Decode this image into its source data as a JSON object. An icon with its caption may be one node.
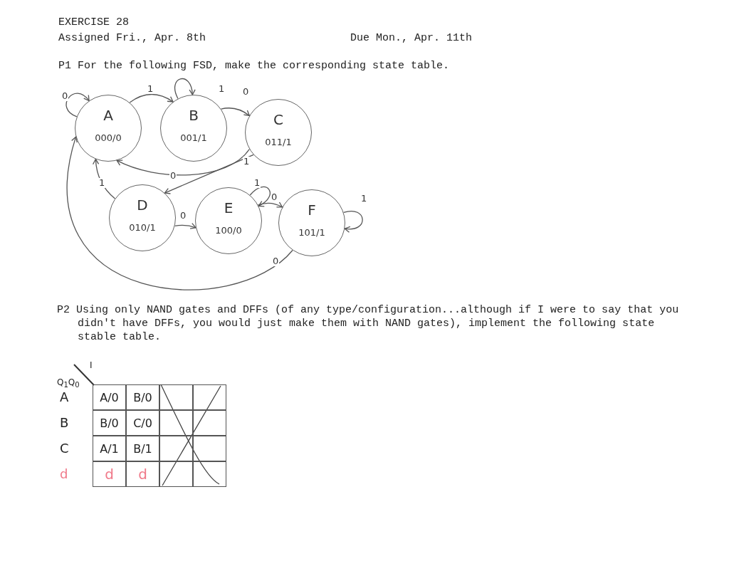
{
  "diagram": {
    "nodes": [
      {
        "text": [
          "A",
          "000/0"
        ]
      },
      {
        "text": [
          "B",
          "001/1"
        ]
      },
      {
        "text": [
          "C",
          "011/1"
        ]
      },
      {
        "text": [
          "D",
          "010/1"
        ]
      },
      {
        "text": [
          "E",
          "100/0"
        ]
      },
      {
        "text": [
          "F",
          "101/1"
        ]
      }
    ],
    "edges": [
      {
        "from": 0,
        "to": 0,
        "arrow": "to",
        "label": "0"
      },
      {
        "from": 0,
        "to": 1,
        "arrow": "to",
        "label": "1"
      },
      {
        "from": 1,
        "to": 1,
        "arrow": "to",
        "label": "1"
      },
      {
        "from": 1,
        "to": 2,
        "arrow": "to",
        "label": "0"
      },
      {
        "from": 2,
        "to": 0,
        "arrow": "to",
        "label": "0"
      },
      {
        "from": 2,
        "to": 3,
        "arrow": "to",
        "label": "1"
      },
      {
        "from": 3,
        "to": 0,
        "arrow": "to",
        "label": "1"
      },
      {
        "from": 3,
        "to": 4,
        "arrow": "to",
        "label": "0"
      },
      {
        "from": 4,
        "to": 4,
        "arrow": "to",
        "label": "1"
      },
      {
        "from": 4,
        "to": 5,
        "arrow": "to",
        "label": "0"
      },
      {
        "from": 5,
        "to": 5,
        "arrow": "to",
        "label": "1"
      },
      {
        "from": 5,
        "to": 0,
        "arrow": "to",
        "label": "0"
      }
    ],
    "labels": [
      "EXERCISE 28",
      "Assigned Fri., Apr. 8th",
      "Due Mon., Apr. 11th",
      "P1 For the following FSD, make the corresponding state table.",
      "P2 Using only NAND gates and DFFs (of any type/configuration...although if I were to say that you didn't have DFFs, you would just make them with NAND gates), implement the following state stable table.",
      "I",
      "Q$_{1}$Q$_{0}$",
      "A",
      "A/0",
      "B/0",
      "B",
      "B/0",
      "C/0",
      "C",
      "A/1",
      "B/1",
      "d",
      "d",
      "d"
    ]
  }
}
